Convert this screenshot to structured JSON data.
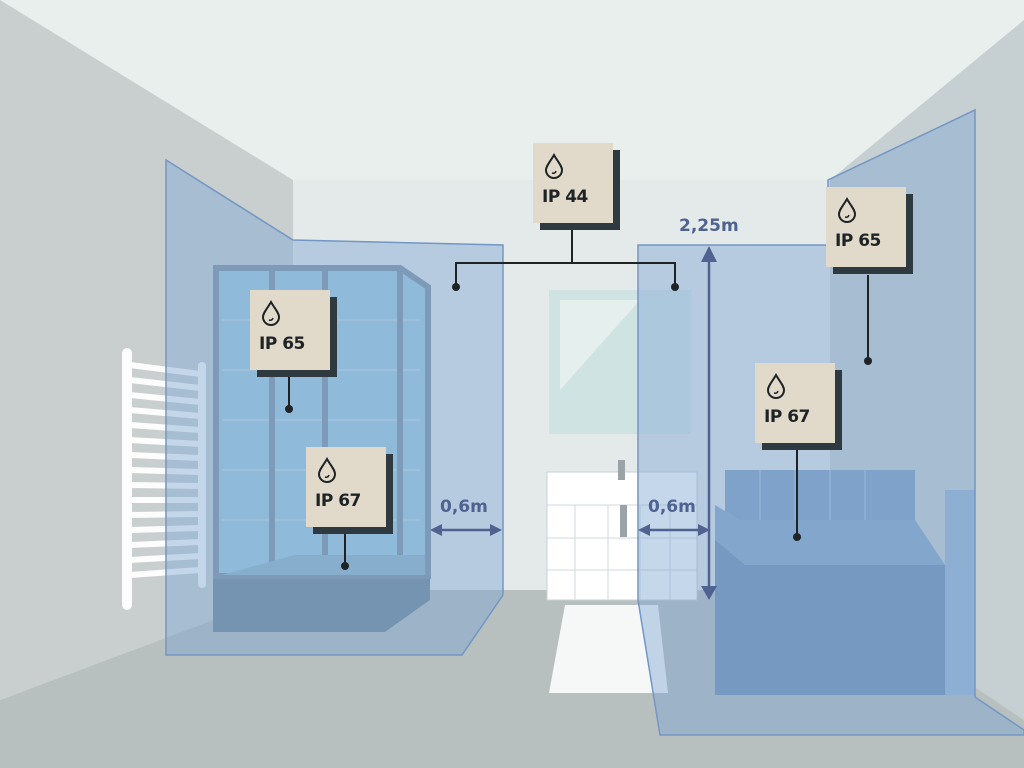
{
  "labels": [
    {
      "id": "ip44-center",
      "text": "IP 44",
      "icon": "water-drop-icon"
    },
    {
      "id": "ip65-shower",
      "text": "IP 65",
      "icon": "water-drop-icon"
    },
    {
      "id": "ip67-shower",
      "text": "IP 67",
      "icon": "water-drop-icon"
    },
    {
      "id": "ip65-right",
      "text": "IP 65",
      "icon": "water-drop-icon"
    },
    {
      "id": "ip67-bath",
      "text": "IP 67",
      "icon": "water-drop-icon"
    }
  ],
  "dimensions": {
    "left_clearance": "0,6m",
    "right_clearance": "0,6m",
    "height": "2,25m"
  },
  "colors": {
    "zone_blue": "#7fa6d3",
    "label_bg": "#e1dacb",
    "label_shadow": "#2f3a40",
    "dimension": "#4f6290"
  }
}
